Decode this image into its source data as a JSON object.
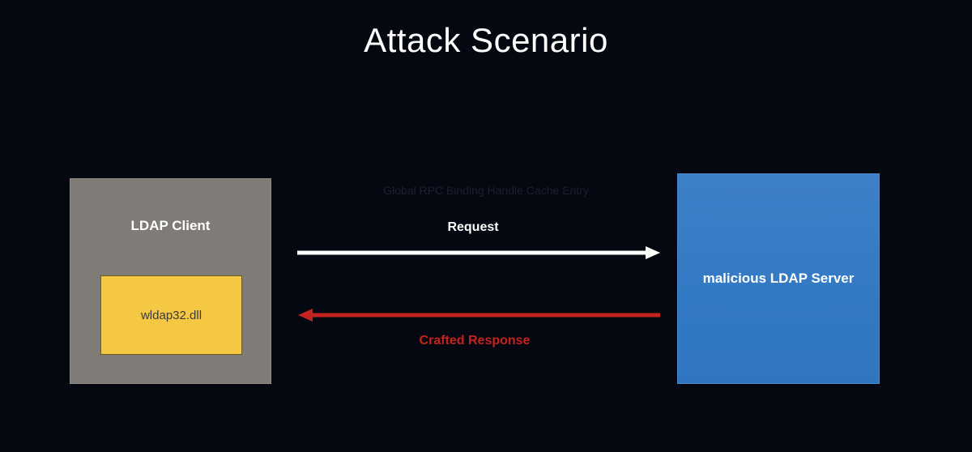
{
  "slide": {
    "title": "Attack Scenario"
  },
  "diagram": {
    "client": {
      "label": "LDAP Client",
      "color": "#7f7c78",
      "module": {
        "label": "wldap32.dll",
        "color": "#f4c842"
      }
    },
    "server": {
      "label": "malicious LDAP Server",
      "color": "#3279c3"
    },
    "faint_label": "Global RPC Binding Handle Cache Entry",
    "request": {
      "label": "Request",
      "color": "#ffffff"
    },
    "response": {
      "label": "Crafted Response",
      "color": "#c4231f"
    }
  }
}
